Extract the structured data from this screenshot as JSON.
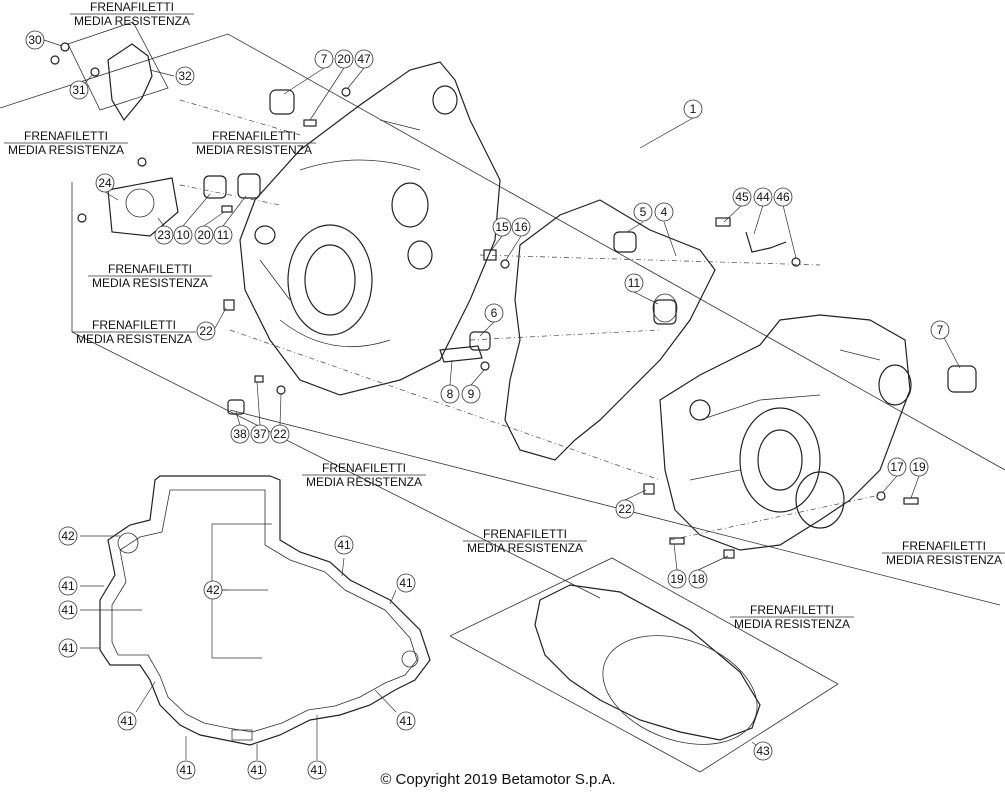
{
  "copyright": "© Copyright 2019 Betamotor S.p.A.",
  "note_lines": [
    "FRENAFILETTI",
    "MEDIA RESISTENZA"
  ],
  "callouts": [
    "30",
    "31",
    "32",
    "7",
    "20",
    "47",
    "1",
    "24",
    "23",
    "10",
    "20",
    "11",
    "15",
    "16",
    "5",
    "4",
    "45",
    "44",
    "46",
    "11",
    "22",
    "6",
    "8",
    "9",
    "7",
    "38",
    "37",
    "22",
    "17",
    "19",
    "22",
    "19",
    "18",
    "42",
    "42",
    "41",
    "41",
    "41",
    "41",
    "41",
    "41",
    "41",
    "41",
    "41",
    "41",
    "43"
  ]
}
